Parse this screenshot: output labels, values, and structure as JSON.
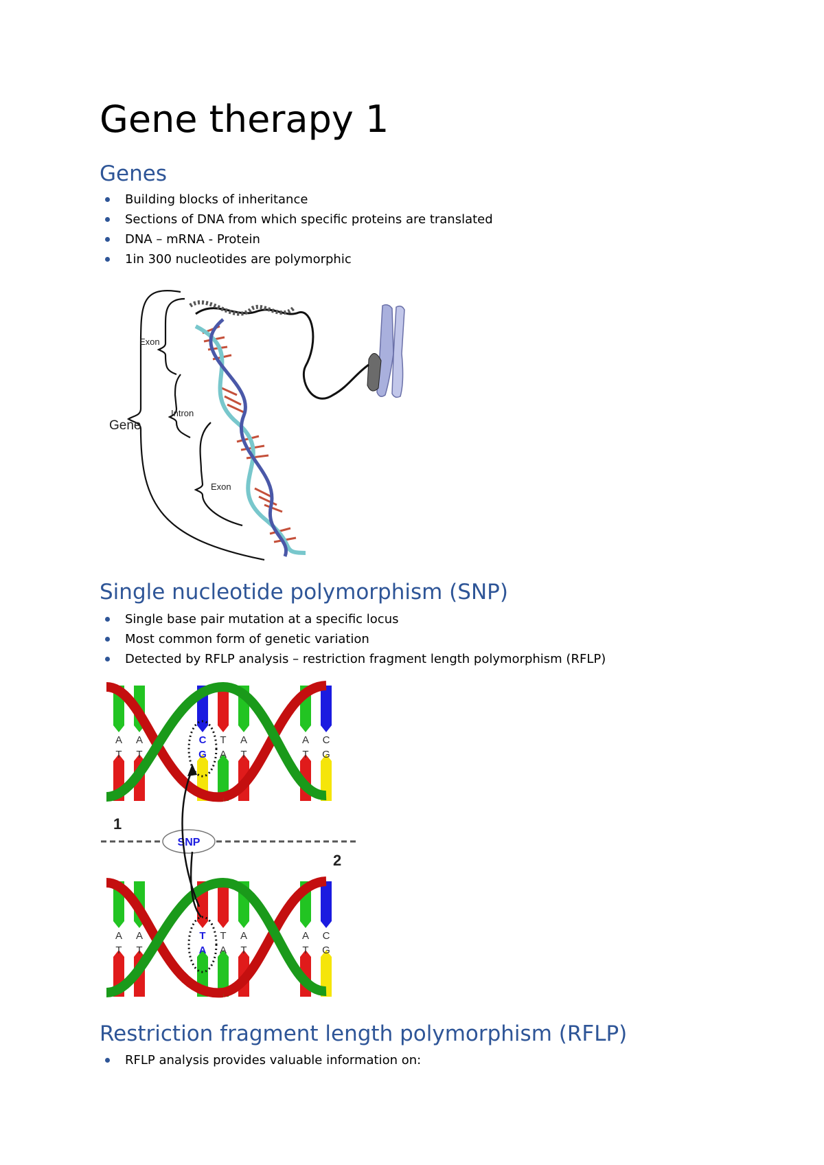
{
  "title": "Gene therapy 1",
  "sections": [
    {
      "heading": "Genes",
      "bullets": [
        "Building blocks of inheritance",
        "Sections of DNA from which specific proteins are translated",
        "DNA – mRNA - Protein",
        "1in 300 nucleotides are polymorphic"
      ]
    },
    {
      "heading": "Single nucleotide polymorphism (SNP)",
      "bullets": [
        "Single base pair mutation at a specific locus",
        "Most common form of genetic variation",
        "Detected by RFLP analysis – restriction fragment length polymorphism (RFLP)"
      ]
    },
    {
      "heading": "Restriction fragment length polymorphism (RFLP)",
      "bullets": [
        "RFLP analysis provides valuable information on:"
      ]
    }
  ],
  "gene_figure": {
    "labels": {
      "gene": "Gene",
      "exon_top": "Exon",
      "intron": "Intron",
      "exon_bottom": "Exon"
    }
  },
  "snp_figure": {
    "top_number": "1",
    "bottom_number": "2",
    "snp_label": "SNP",
    "top_pairs": [
      [
        "A",
        "T"
      ],
      [
        "A",
        "T"
      ],
      [
        "C",
        "G"
      ],
      [
        "T",
        "A"
      ],
      [
        "A",
        "T"
      ],
      [
        "A",
        "T"
      ],
      [
        "C",
        "G"
      ]
    ],
    "bottom_pairs": [
      [
        "A",
        "T"
      ],
      [
        "A",
        "T"
      ],
      [
        "T",
        "A"
      ],
      [
        "T",
        "A"
      ],
      [
        "A",
        "T"
      ],
      [
        "A",
        "T"
      ],
      [
        "C",
        "G"
      ]
    ],
    "colors": {
      "A": "#22c422",
      "T": "#e01b1b",
      "C": "#1b1be0",
      "G": "#f5e50a"
    }
  },
  "colors": {
    "heading": "#2e5597",
    "bullet": "#2e5597"
  }
}
